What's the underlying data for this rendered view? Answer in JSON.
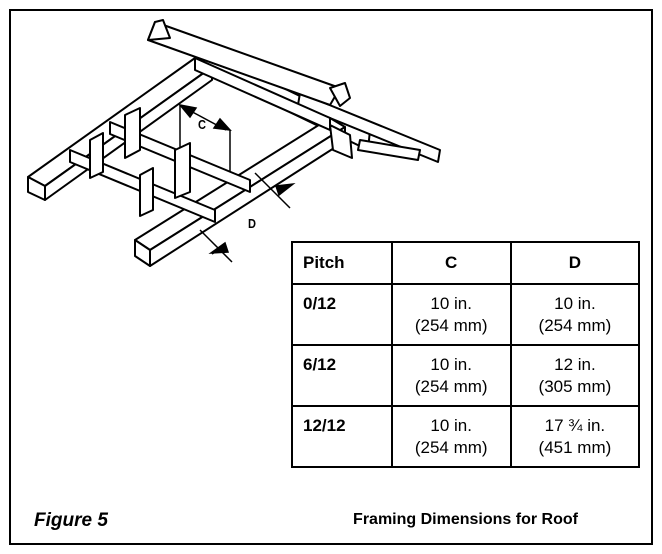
{
  "diagram": {
    "labels": {
      "c": "C",
      "d": "D"
    }
  },
  "table": {
    "headers": [
      "Pitch",
      "C",
      "D"
    ],
    "rows": [
      {
        "pitch": "0/12",
        "c": [
          "10 in.",
          "(254 mm)"
        ],
        "d": [
          "10 in.",
          "(254 mm)"
        ]
      },
      {
        "pitch": "6/12",
        "c": [
          "10 in.",
          "(254 mm)"
        ],
        "d": [
          "12 in.",
          "(305 mm)"
        ]
      },
      {
        "pitch": "12/12",
        "c": [
          "10 in.",
          "(254 mm)"
        ],
        "d": [
          "17 ¾ in.",
          "(451 mm)"
        ]
      }
    ]
  },
  "figure_label": "Figure 5",
  "caption": "Framing Dimensions for Roof"
}
